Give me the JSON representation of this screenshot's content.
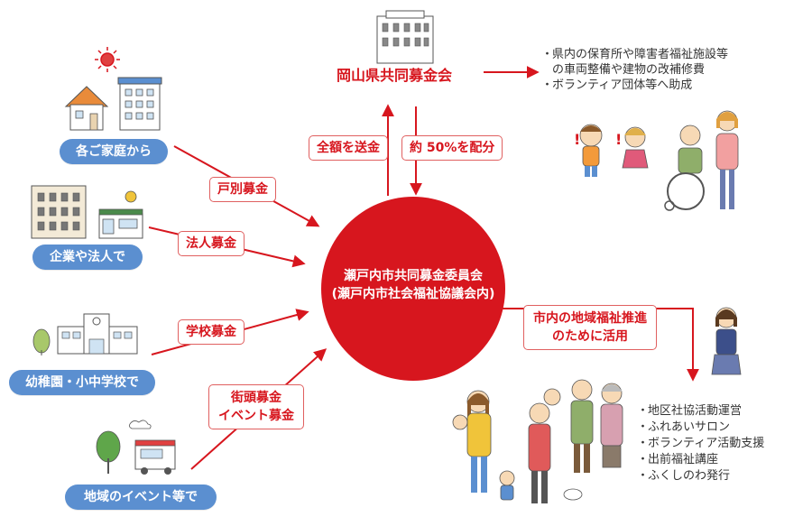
{
  "center": {
    "line1": "瀬戸内市共同募金委員会",
    "line2": "(瀬戸内市社会福祉協議会内)"
  },
  "organization": {
    "name": "岡山県共同募金会"
  },
  "flows": {
    "send_all": "全額を送金",
    "distribute": "約 50%を配分",
    "local_use_line1": "市内の地域福祉推進",
    "local_use_line2": "のために活用"
  },
  "sources": [
    {
      "label": "各ご家庭から",
      "method": "戸別募金"
    },
    {
      "label": "企業や法人で",
      "method": "法人募金"
    },
    {
      "label": "幼稚園・小中学校で",
      "method": "学校募金"
    },
    {
      "label": "地域のイベント等で",
      "method_line1": "街頭募金",
      "method_line2": "イベント募金"
    }
  ],
  "prefecture_uses": [
    "県内の保育所や障害者福祉施設等",
    "の車両整備や建物の改補修費",
    "ボランティア団体等へ助成"
  ],
  "local_uses": [
    "地区社協活動運営",
    "ふれあいサロン",
    "ボランティア活動支援",
    "出前福祉講座",
    "ふくしのわ発行"
  ],
  "colors": {
    "red": "#d7161e",
    "blue": "#5b8fd0"
  }
}
